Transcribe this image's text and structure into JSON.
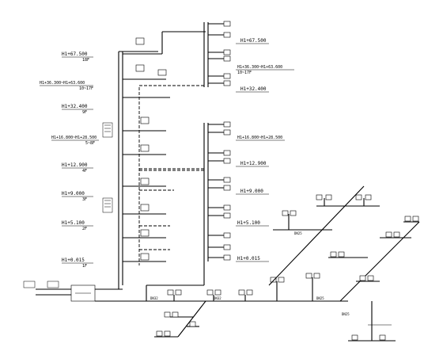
{
  "levels": {
    "l67_500": "H1+67.500",
    "f18": "18F",
    "l36_63": "H1+36.300~H1+63.600",
    "f10_17": "10~17F",
    "l32_400": "H1+32.400",
    "f9": "9F",
    "l16_28": "H1+16.800~H1+28.500",
    "f5_8": "5~8F",
    "l12_900": "H1+12.900",
    "f4": "4F",
    "l9_000": "H1+9.000",
    "f3": "3F",
    "l5_100": "H1+5.100",
    "f2": "2F",
    "l0_015": "H1+0.015",
    "f1": "1F"
  },
  "pipe_sizes": {
    "dn25": "DN25",
    "dn32": "DN32"
  }
}
